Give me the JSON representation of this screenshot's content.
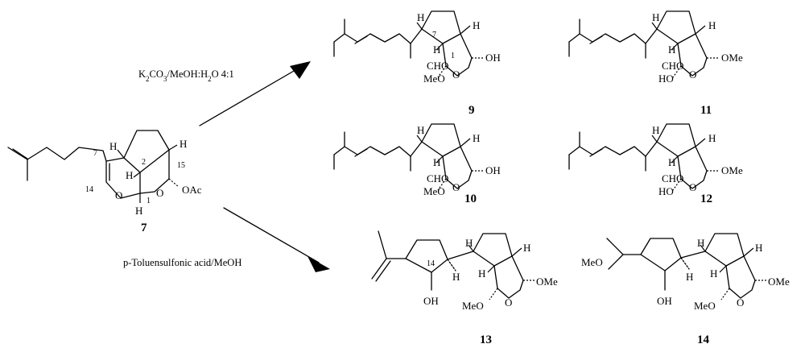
{
  "reagents": {
    "top": "K2CO3/MeOH:H2O 4:1",
    "bottom": "p-Toluensulfonic acid/MeOH"
  },
  "compounds": [
    {
      "id": "7"
    },
    {
      "id": "9"
    },
    {
      "id": "11"
    },
    {
      "id": "10"
    },
    {
      "id": "12"
    },
    {
      "id": "13"
    },
    {
      "id": "14"
    }
  ],
  "atom_labels": {
    "H": "H",
    "OAc": "OAc",
    "O": "O",
    "OH": "OH",
    "OMe": "OMe",
    "MeO": "MeO",
    "CHO": "CHO",
    "HO": "HO",
    "n1": "1",
    "n2": "2",
    "n7": "7",
    "n14": "14",
    "n15": "15"
  }
}
